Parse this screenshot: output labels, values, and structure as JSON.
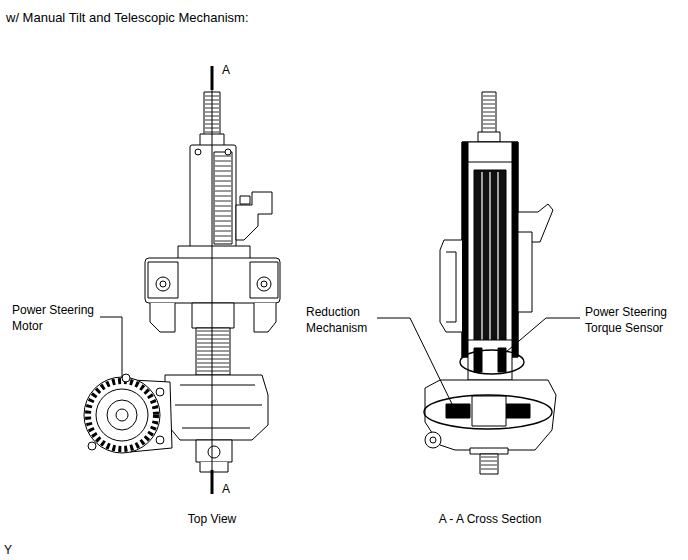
{
  "diagram": {
    "title": "w/ Manual Tilt and Telescopic Mechanism:",
    "labels": [
      "A",
      "Power Steering Motor",
      "Reduction Mechanism",
      "Power Steering Torque Sensor",
      "A",
      "Top View",
      "A - A Cross Section",
      "Y"
    ]
  }
}
